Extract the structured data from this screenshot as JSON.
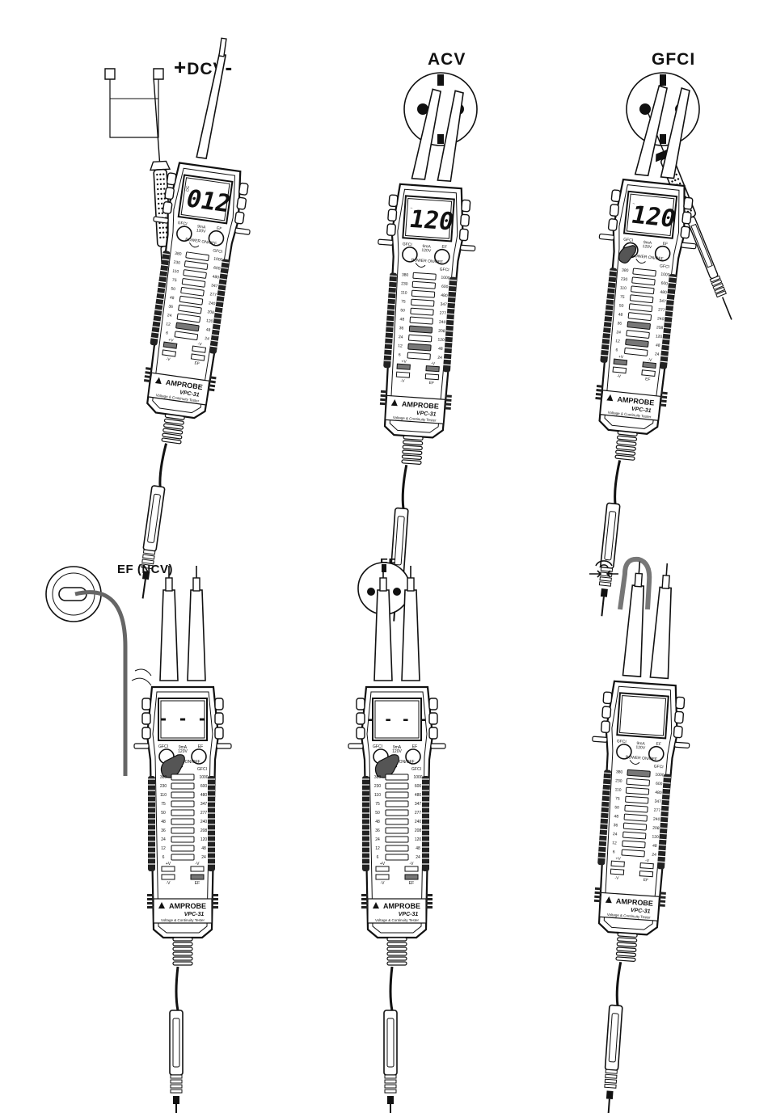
{
  "figure": {
    "panels": [
      {
        "id": "dcv",
        "label": "DCV",
        "plus": "+",
        "minus": "-",
        "display": "012",
        "display_side": "DC",
        "probe": "external",
        "led_mode": "dcv"
      },
      {
        "id": "acv",
        "label": "ACV",
        "display": "120",
        "display_side": "~",
        "probe": "socket",
        "led_mode": "acv"
      },
      {
        "id": "gfci",
        "label": "GFCI",
        "display": "120",
        "display_side": "~",
        "probe": "socket-external",
        "led_mode": "gfci"
      },
      {
        "id": "ef_ncv",
        "label": "EF (NCV)",
        "display": "- - -",
        "display_side": "",
        "probe": "wire",
        "led_mode": "ef"
      },
      {
        "id": "ef",
        "label": "EF",
        "display": "- - - -",
        "display_side": "",
        "probe": "socket-single",
        "led_mode": "ef"
      },
      {
        "id": "continuity",
        "label": "",
        "icon": "continuity-icon",
        "display": "",
        "display_side": "",
        "probe": "loop",
        "led_mode": "cont"
      }
    ],
    "device": {
      "brand": "AMPROBE",
      "model": "VPC-31",
      "subtitle": "Voltage & Continuity Tester",
      "btn_left": "GFCI",
      "btn_mid_line1": "9mA",
      "btn_mid_line2": "120V",
      "btn_right": "EF",
      "power_label": "POWER ON/OFF",
      "gfci_label": "GFCI",
      "led_left": [
        "380",
        "230",
        "110",
        "75",
        "50",
        "48",
        "36",
        "24",
        "12",
        "6"
      ],
      "led_right": [
        "1000",
        "600",
        "480",
        "347",
        "277",
        "240",
        "208",
        "120",
        "48",
        "24"
      ],
      "pol_left": "+V",
      "pol_right": "-V",
      "pol_left2": "-V",
      "ef_label": "EF"
    },
    "colors": {
      "ink": "#111111",
      "lit": "#777777",
      "grip": "#222222",
      "body": "#ffffff"
    }
  }
}
